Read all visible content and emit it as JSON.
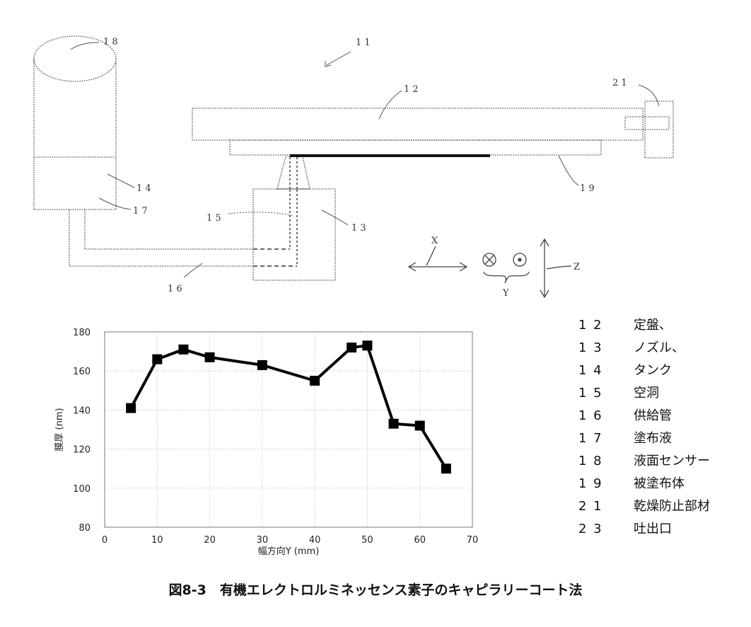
{
  "diagram": {
    "labels": {
      "assembly": "1 1",
      "stage": "1 2",
      "nozzle": "1 3",
      "tank_upper": "1 4",
      "cavity": "1 5",
      "supply_pipe": "1 6",
      "coating_liquid": "1 7",
      "level_sensor": "1 8",
      "substrate": "1 9",
      "anti_drying_member": "2 1"
    },
    "axes": {
      "x": "X",
      "y": "Y",
      "z": "Z"
    }
  },
  "legend": [
    {
      "num": "1 2",
      "text": "定盤、"
    },
    {
      "num": "1 3",
      "text": "ノズル、"
    },
    {
      "num": "1 4",
      "text": "タンク"
    },
    {
      "num": "1 5",
      "text": "空洞"
    },
    {
      "num": "1 6",
      "text": "供給管"
    },
    {
      "num": "1 7",
      "text": "塗布液"
    },
    {
      "num": "1 8",
      "text": "液面センサー"
    },
    {
      "num": "1 9",
      "text": "被塗布体"
    },
    {
      "num": "2 1",
      "text": "乾燥防止部材"
    },
    {
      "num": "2 3",
      "text": "吐出口"
    }
  ],
  "caption": "図8-3　有機エレクトロルミネッセンス素子のキャピラリーコート法",
  "chart_data": {
    "type": "line",
    "xlabel": "幅方向Y (mm)",
    "ylabel": "膜厚 (nm)",
    "xlim": [
      0,
      70
    ],
    "ylim": [
      80,
      180
    ],
    "xticks": [
      0,
      10,
      20,
      30,
      40,
      50,
      60,
      70
    ],
    "yticks": [
      80,
      100,
      120,
      140,
      160,
      180
    ],
    "grid": true,
    "marker": "square",
    "color": "#000000",
    "x": [
      5,
      10,
      15,
      20,
      30,
      40,
      47,
      50,
      55,
      60,
      65
    ],
    "y": [
      141,
      166,
      171,
      167,
      163,
      155,
      172,
      173,
      133,
      132,
      110
    ]
  }
}
